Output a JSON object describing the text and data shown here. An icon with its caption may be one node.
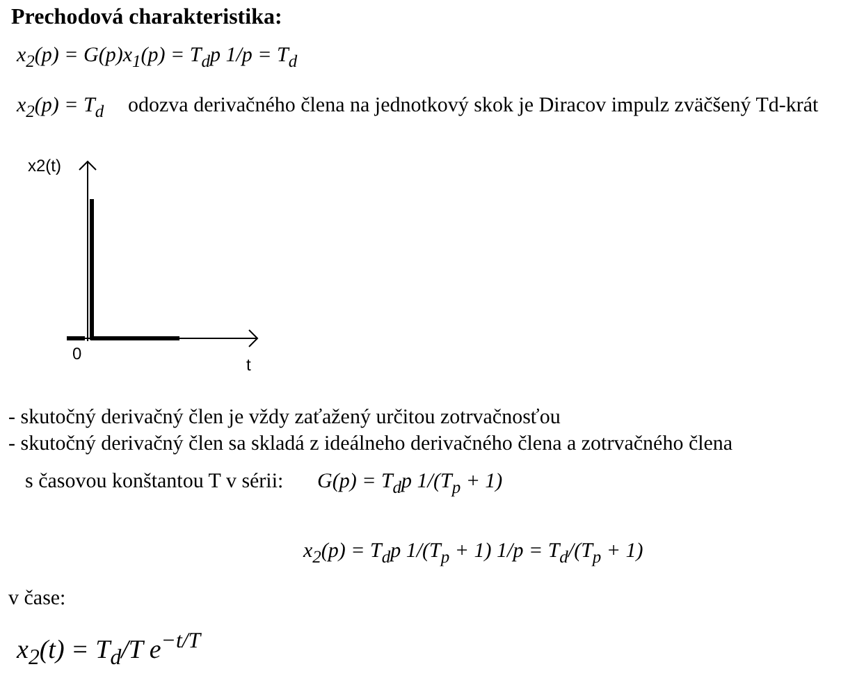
{
  "diagram": {
    "title": "Prechodová charakteristika:",
    "labels": [
      "x$_{2}$(p) = G(p)x$_{1}$(p) = T$_{d}$p 1/p = T$_{d}$",
      "x$_{2}$(p) = T$_{d}$",
      "odozva derivačného člena na jednotkový skok je Diracov impulz zväčšený Td-krát",
      "x2(t)",
      "0",
      "t",
      "- skutočný derivačný člen je vždy zaťažený určitou zotrvačnosťou",
      "- skutočný derivačný člen sa skladá z ideálneho derivačného člena a zotrvačného člena",
      "s časovou konštantou T v sérii:",
      "G(p) = T$_{d}$p 1/(T$_{p}$ + 1)",
      "x$_{2}$(p) = T$_{d}$p 1/(T$_{p}$ + 1) 1/p = T$_{d}$/(T$_{p}$ + 1)",
      "v čase:",
      "x$_{2}$(t) = T$_{d}$/T e$^{−t/T}$"
    ]
  }
}
